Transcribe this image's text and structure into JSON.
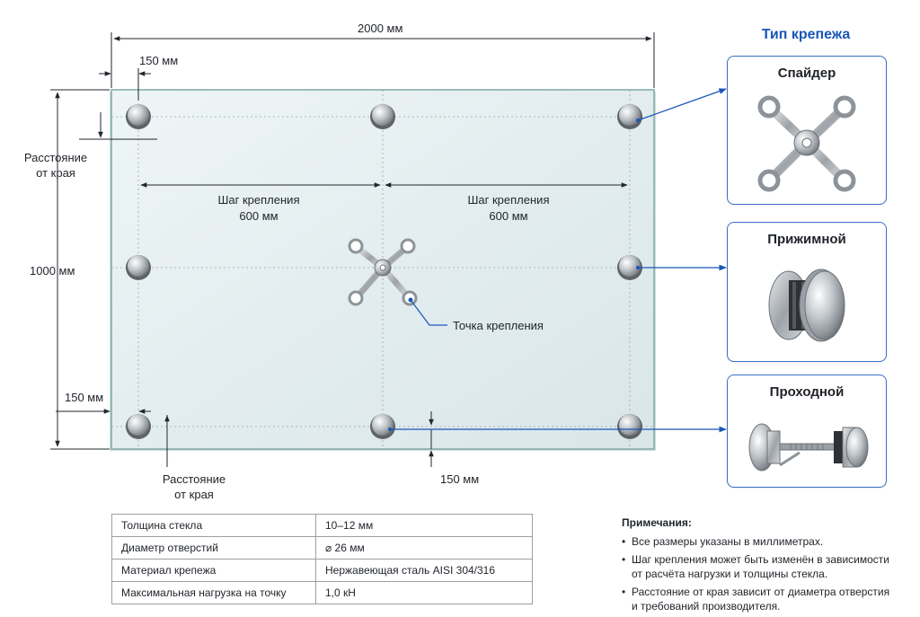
{
  "dimensions": {
    "width": "2000 мм",
    "height": "1000 мм",
    "edge_top": "150 мм",
    "edge_left": "150 мм",
    "edge_bottom": "150 мм",
    "pitch_left": "Шаг крепления\n600 мм",
    "pitch_right": "Шаг крепления\n600 мм",
    "edge_distance_left": "Расстояние\nот края",
    "edge_distance_bottom": "Расстояние\nот края",
    "fixing_point": "Точка крепления"
  },
  "fastener_types": {
    "title": "Тип крепежа",
    "items": [
      {
        "name": "Спайдер",
        "icon": "spider-fitting-icon"
      },
      {
        "name": "Прижимной",
        "icon": "clamp-fitting-icon"
      },
      {
        "name": "Проходной",
        "icon": "through-bolt-fitting-icon"
      }
    ]
  },
  "specs": [
    {
      "key": "Толщина стекла",
      "value": "10–12 мм"
    },
    {
      "key": "Диаметр отверстий",
      "value": "⌀ 26 мм"
    },
    {
      "key": "Материал крепежа",
      "value": "Нержавеющая сталь AISI 304/316"
    },
    {
      "key": "Максимальная нагрузка на точку",
      "value": "1,0 кН"
    }
  ],
  "notes": {
    "title": "Примечания:",
    "items": [
      "Все размеры указаны в миллиметрах.",
      "Шаг крепления может быть изменён в зависимости от расчёта нагрузки и толщины стекла.",
      "Расстояние от края зависит от диаметра отверстия и требований производителя."
    ]
  },
  "colors": {
    "accent": "#1a56b8",
    "glass": "#e4eef0",
    "glass_edge": "#8fb3b0",
    "steel": "#b9bec3"
  }
}
